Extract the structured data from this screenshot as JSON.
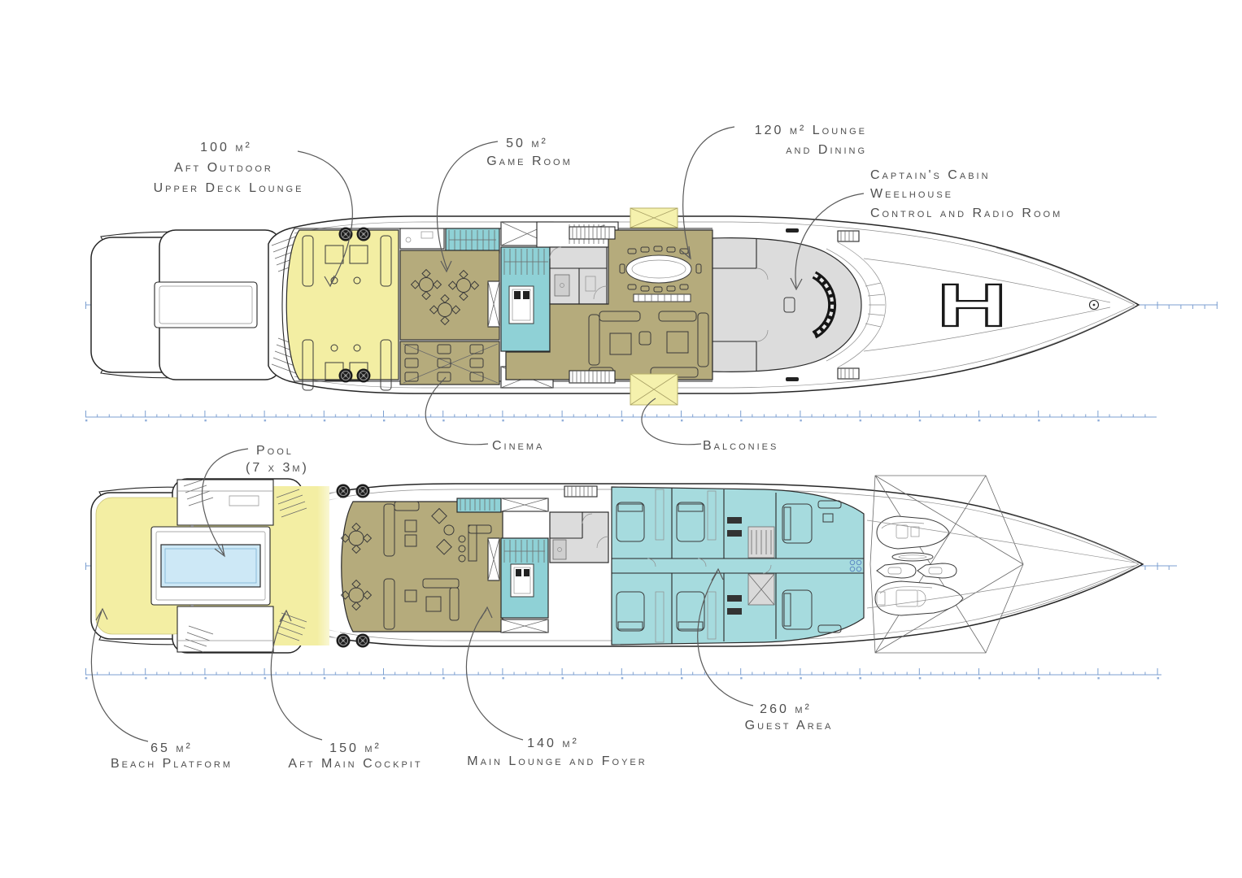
{
  "title": "Yacht deck plans",
  "colors": {
    "zone-yellow": "#f3eea3",
    "zone-olive": "#b5ab7c",
    "zone-teal": "#8fd1d6",
    "zone-cabin": "#a6dbde",
    "zone-gray": "#dcdcdc",
    "pool-blue": "#cde8f6",
    "balcony-yellow": "#f5f1ad",
    "ruler-blue": "#7c9fd1",
    "label-ink": "#4f4f4f",
    "leader-ink": "#5a5a5a"
  },
  "upper_deck": {
    "helipad_mark": "H",
    "annotations": {
      "aft_lounge": {
        "lines": [
          "100 m²",
          "Aft Outdoor",
          "Upper Deck Lounge"
        ]
      },
      "game_room": {
        "lines": [
          "50 m²",
          "Game Room"
        ]
      },
      "lounge_dining": {
        "lines": [
          "120 m² Lounge",
          "and Dining"
        ]
      },
      "captain": {
        "lines": [
          "Captain's Cabin",
          "Weelhouse",
          "Control and Radio Room"
        ]
      },
      "cinema": {
        "lines": [
          "Cinema"
        ]
      },
      "balconies": {
        "lines": [
          "Balconies"
        ]
      }
    }
  },
  "main_deck": {
    "annotations": {
      "pool": {
        "lines": [
          "Pool",
          "(7 x 3m)"
        ]
      },
      "beach_platform": {
        "lines": [
          "65 m²",
          "Beach Platform"
        ]
      },
      "aft_cockpit": {
        "lines": [
          "150 m²",
          "Aft Main Cockpit"
        ]
      },
      "main_lounge": {
        "lines": [
          "140 m²",
          "Main Lounge and Foyer"
        ]
      },
      "guest_area": {
        "lines": [
          "260 m²",
          "Guest Area"
        ]
      }
    }
  }
}
